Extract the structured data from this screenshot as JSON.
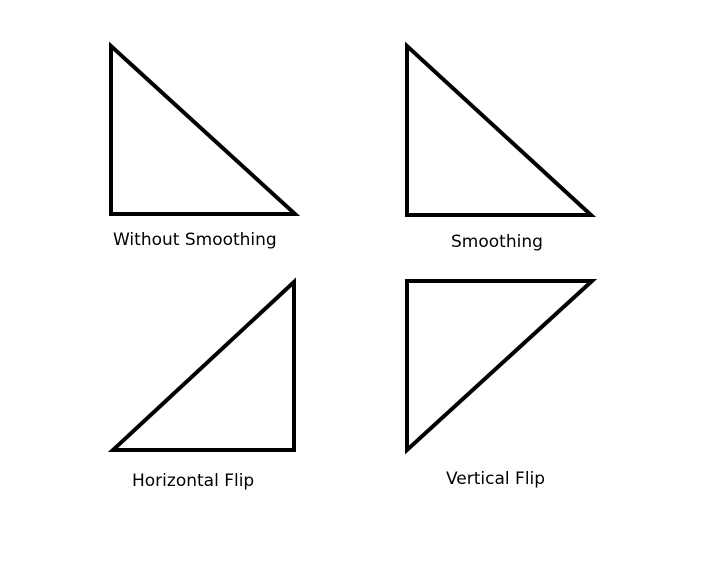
{
  "panels": [
    {
      "label": "Without Smoothing",
      "shape": "right-triangle-right-angle-bottom-left"
    },
    {
      "label": "Smoothing",
      "shape": "right-triangle-right-angle-bottom-left"
    },
    {
      "label": "Horizontal Flip",
      "shape": "right-triangle-right-angle-bottom-right"
    },
    {
      "label": "Vertical Flip",
      "shape": "right-triangle-right-angle-top-left"
    }
  ],
  "colors": {
    "background": "#ffffff",
    "stroke": "#000000"
  }
}
